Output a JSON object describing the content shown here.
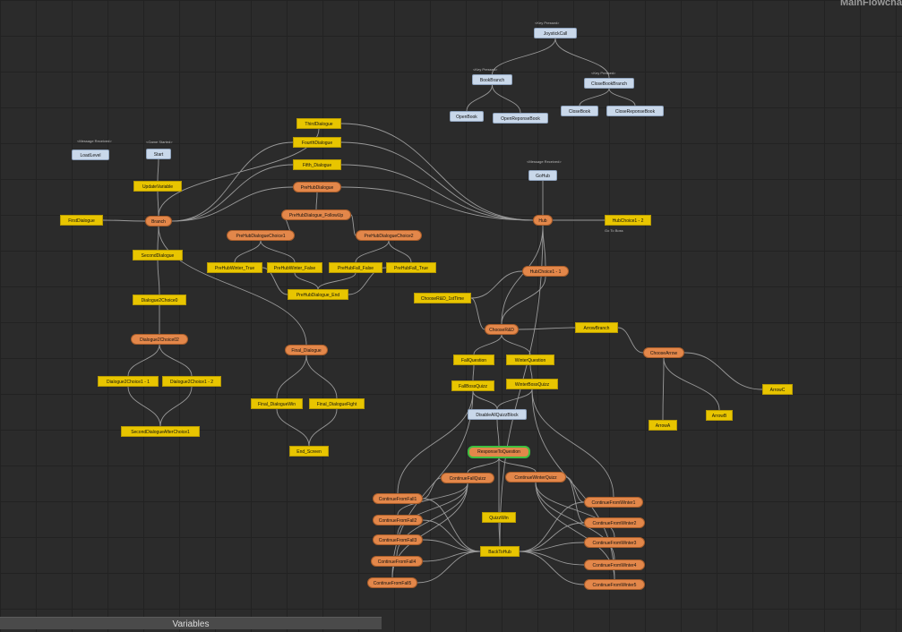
{
  "window": {
    "title": "MainFlowcha"
  },
  "panels": {
    "variables_tab": "Variables"
  },
  "nodes": {
    "joystick_call": "JoystickCall",
    "book_branch": "BookBranch",
    "close_book_branch": "CloseBookBranch",
    "open_book": "OpenBook",
    "open_reponse_book": "OpenReponseBook",
    "close_book": "CloseBook",
    "close_reponse_book": "CloseReponseBook",
    "load_level": "LoadLevel",
    "start": "Start",
    "update_variable": "UpdateVariable",
    "first_dialogue": "FirstDialogue",
    "branch": "Branch",
    "second_dialogue": "SecondDialogue",
    "dialogue2_choice0": "Dialogue2Choice0",
    "dialogue2_choice02": "Dialogue2Choice02",
    "dialogue2_choice1_1": "Dialogue2Choice1 - 1",
    "dialogue2_choice1_2": "Dialogue2Choice1 - 2",
    "second_dialogue_after_choice1": "SecondDialogueAfterChoice1",
    "third_dialogue": "ThirdDialogue",
    "fourth_dialogue": "FourthDialogue",
    "fifth_dialogue": "Fifth_Dialogue",
    "pre_hub_dialogue": "PreHubDialogue",
    "pre_hub_dialogue_follow_up": "PreHubDialogue_FollowUp",
    "pre_hub_dialogue_choice1": "PreHubDialogueChoice1",
    "pre_hub_dialogue_choice2": "PreHubDialogueChoice2",
    "pre_hub_winter_true": "PreHubWinter_True",
    "pre_hub_winter_false": "PreHubWinter_False",
    "pre_hub_fall_false": "PreHubFall_False",
    "pre_hub_fall_true": "PreHubFall_True",
    "pre_hub_dialogue_end": "PreHubDialogue_End",
    "final_dialogue": "Final_Dialogue",
    "final_dialogue_win": "Final_DialogueWin",
    "final_dialogue_fight": "Final_DialogueFight",
    "end_screen": "End_Screen",
    "go_hub": "GoHub",
    "hub": "Hub",
    "hub_choice1_2": "HubChoice1 - 2",
    "hub_choice1_1": "HubChoice1 - 1",
    "choose_rd_1st_time": "ChooseR&D_1stTime",
    "choose_rd": "ChooseR&D",
    "arrow_branch": "ArrowBranch",
    "choose_arrow": "ChooseArrow",
    "arrow_c": "ArrowC",
    "arrow_b": "ArrowB",
    "arrow_a": "ArrowA",
    "fall_question": "FallQuestion",
    "winter_question": "WinterQuestion",
    "fall_boss_quizz": "FallBossQuizz",
    "winter_boss_quizz": "WinterBossQuizz",
    "disable_all_quizz_block": "DisableAllQuizzBlock",
    "response_to_question": "ResponseToQuestion",
    "continue_fall_quizz": "ContinueFallQuizz",
    "continue_winter_quizz": "ContinueWinterQuizz",
    "quizz_win": "QuizzWin",
    "back_to_hub": "BackToHub",
    "continue_from_fall1": "ContinueFromFall1",
    "continue_from_fall2": "ContinueFromFall2",
    "continue_from_fall3": "ContinueFromFall3",
    "continue_from_fall4": "ContinueFromFall4",
    "continue_from_fall5": "ContinueFromFall5",
    "continue_from_winter1": "ContinueFromWinter1",
    "continue_from_winter2": "ContinueFromWinter2",
    "continue_from_winter3": "ContinueFromWinter3",
    "continue_from_winter4": "ContinueFromWinter4",
    "continue_from_winter5": "ContinueFromWinter5"
  },
  "captions": {
    "joystick_call": "<Key Pressed>",
    "book_branch": "<Key Pressed>",
    "close_book_branch": "<Key Pressed>",
    "load_level": "<Message Received>",
    "start": "<Game Started>",
    "go_hub": "<Message Received>",
    "hub_choice1_2": "Go To Boss"
  },
  "colors": {
    "background": "#2b2b2b",
    "grid": "#222222",
    "yellow_node": "#e8c500",
    "orange_node": "#e3874a",
    "blue_node": "#c9d8ea",
    "selected_outline": "#3fbf3f",
    "edge": "#9a9a9a"
  }
}
